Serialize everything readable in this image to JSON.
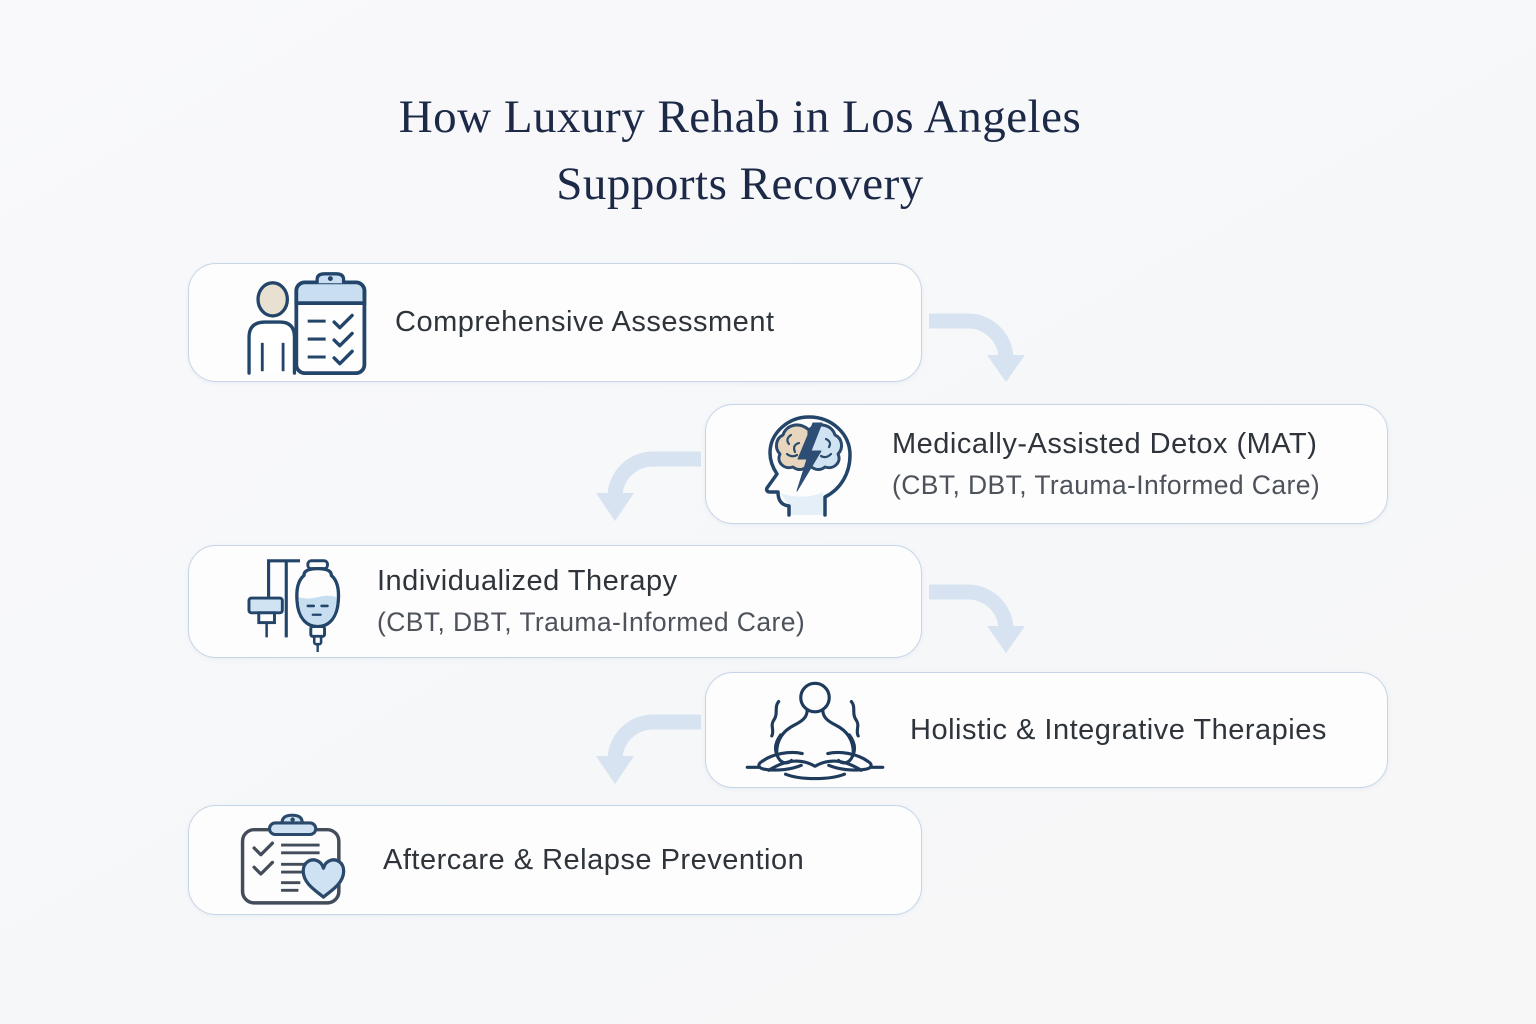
{
  "title": {
    "line1": "How Luxury Rehab in Los Angeles",
    "line2": "Supports Recovery"
  },
  "steps": [
    {
      "label": "Comprehensive Assessment",
      "sublabel": "",
      "icon": "person-clipboard-icon"
    },
    {
      "label": "Medically-Assisted Detox (MAT)",
      "sublabel": "(CBT, DBT, Trauma-Informed Care)",
      "icon": "head-brain-bolt-icon"
    },
    {
      "label": "Individualized Therapy",
      "sublabel": "(CBT, DBT, Trauma-Informed Care)",
      "icon": "iv-drip-icon"
    },
    {
      "label": "Holistic & Integrative Therapies",
      "sublabel": "",
      "icon": "meditation-icon"
    },
    {
      "label": "Aftercare & Relapse Prevention",
      "sublabel": "",
      "icon": "clipboard-heart-icon"
    }
  ],
  "flow": {
    "arrow_count": 4,
    "direction": "zigzag-top-to-bottom"
  },
  "colors": {
    "title_navy": "#1c2947",
    "box_border": "#c6d6e6",
    "box_background": "#fdfdfe",
    "page_background": "#f7f8fa",
    "arrow_blue": "#d7e3f0",
    "icon_navy": "#23456a",
    "icon_light_blue": "#cfe2f3",
    "icon_tan": "#e7d6bd",
    "label_text": "#2f343b",
    "sublabel_text": "#4e535b"
  }
}
